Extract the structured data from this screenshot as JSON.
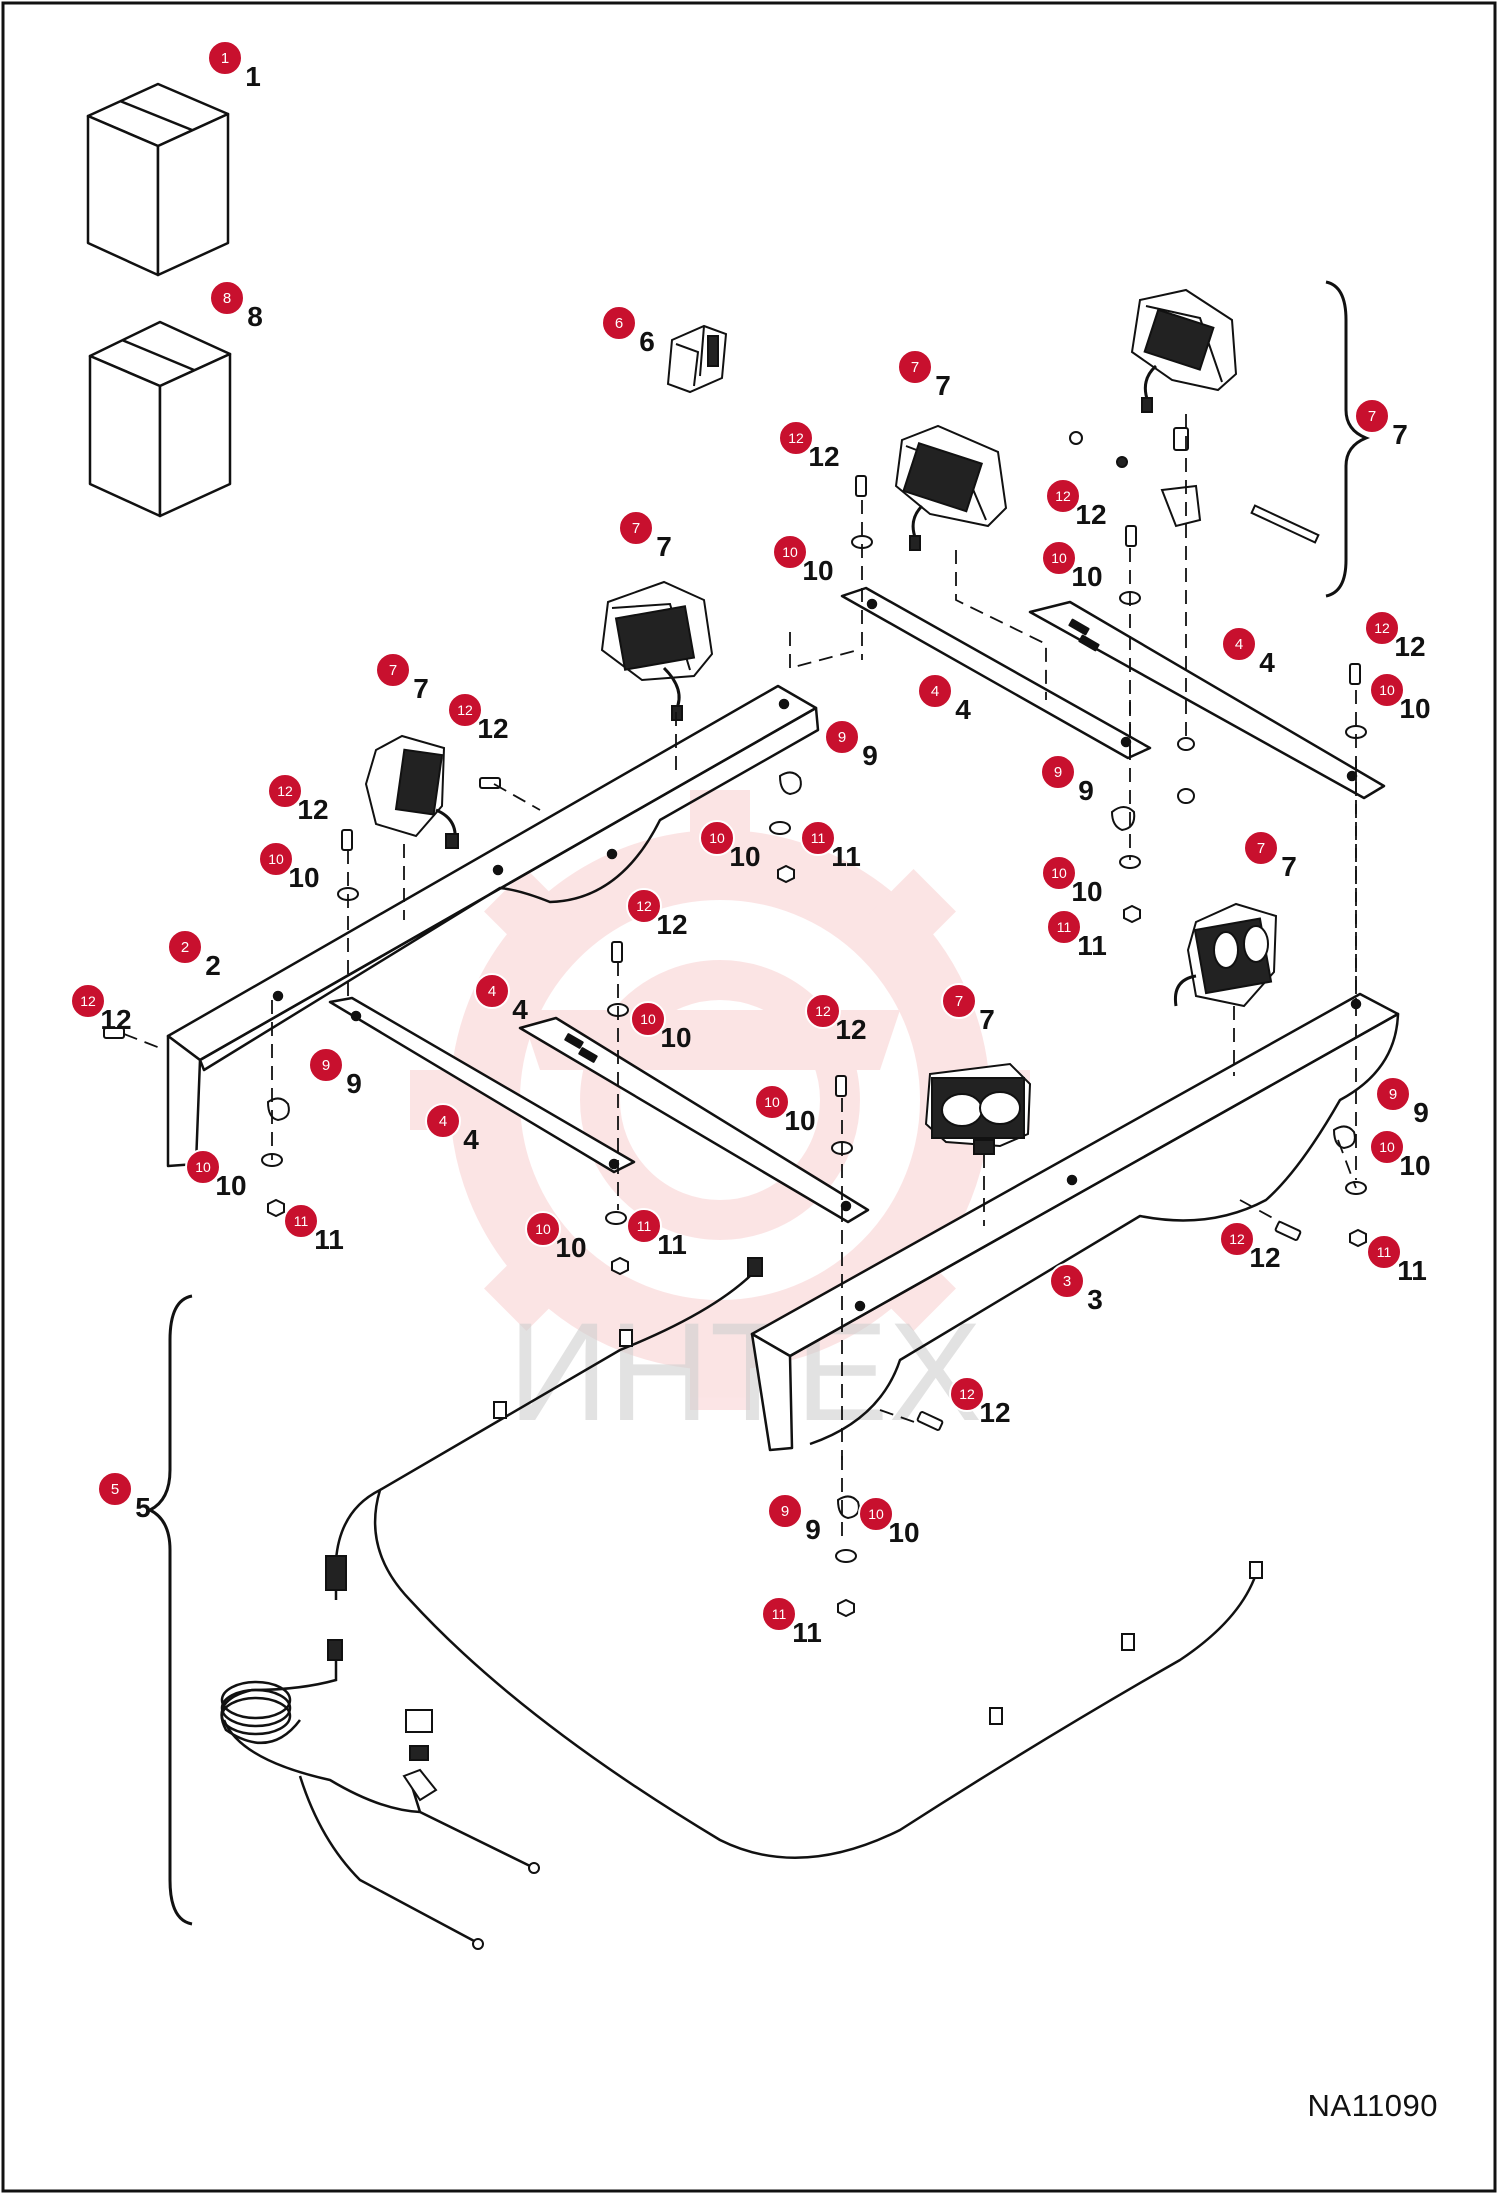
{
  "drawing_id": "NA11090",
  "watermark_text": "ИНТЕХ",
  "colors": {
    "callout_fill": "#c8102e",
    "callout_text": "#ffffff",
    "line": "#111111",
    "watermark": "#e8343a"
  },
  "callouts": [
    {
      "id": "c1",
      "number": "1",
      "ghost": "1"
    },
    {
      "id": "c8",
      "number": "8",
      "ghost": "8"
    },
    {
      "id": "c6",
      "number": "6",
      "ghost": "6"
    },
    {
      "id": "c7a",
      "number": "7",
      "ghost": "7"
    },
    {
      "id": "c7b",
      "number": "7",
      "ghost": "7"
    },
    {
      "id": "c7c",
      "number": "7",
      "ghost": "7"
    },
    {
      "id": "c7d",
      "number": "7",
      "ghost": "7"
    },
    {
      "id": "c7e",
      "number": "7",
      "ghost": "7"
    },
    {
      "id": "c7f",
      "number": "7",
      "ghost": "7"
    },
    {
      "id": "c12a",
      "number": "12",
      "ghost": "12"
    },
    {
      "id": "c12b",
      "number": "12",
      "ghost": "12"
    },
    {
      "id": "c12c",
      "number": "12",
      "ghost": "12"
    },
    {
      "id": "c12d",
      "number": "12",
      "ghost": "12"
    },
    {
      "id": "c12e",
      "number": "12",
      "ghost": "12"
    },
    {
      "id": "c12f",
      "number": "12",
      "ghost": "12"
    },
    {
      "id": "c12g",
      "number": "12",
      "ghost": "12"
    },
    {
      "id": "c12h",
      "number": "12",
      "ghost": "12"
    },
    {
      "id": "c12i",
      "number": "12",
      "ghost": "12"
    },
    {
      "id": "c12j",
      "number": "12",
      "ghost": "12"
    },
    {
      "id": "c10a",
      "number": "10",
      "ghost": "10"
    },
    {
      "id": "c10b",
      "number": "10",
      "ghost": "10"
    },
    {
      "id": "c10c",
      "number": "10",
      "ghost": "10"
    },
    {
      "id": "c10d",
      "number": "10",
      "ghost": "10"
    },
    {
      "id": "c10e",
      "number": "10",
      "ghost": "10"
    },
    {
      "id": "c10f",
      "number": "10",
      "ghost": "10"
    },
    {
      "id": "c10g",
      "number": "10",
      "ghost": "10"
    },
    {
      "id": "c10h",
      "number": "10",
      "ghost": "10"
    },
    {
      "id": "c10i",
      "number": "10",
      "ghost": "10"
    },
    {
      "id": "c10j",
      "number": "10",
      "ghost": "10"
    },
    {
      "id": "c10k",
      "number": "10",
      "ghost": "10"
    },
    {
      "id": "c10l",
      "number": "10",
      "ghost": "10"
    },
    {
      "id": "c11a",
      "number": "11",
      "ghost": "11"
    },
    {
      "id": "c11b",
      "number": "11",
      "ghost": "11"
    },
    {
      "id": "c11c",
      "number": "11",
      "ghost": "11"
    },
    {
      "id": "c11d",
      "number": "11",
      "ghost": "11"
    },
    {
      "id": "c11e",
      "number": "11",
      "ghost": "11"
    },
    {
      "id": "c11f",
      "number": "11",
      "ghost": "11"
    },
    {
      "id": "c9a",
      "number": "9",
      "ghost": "9"
    },
    {
      "id": "c9b",
      "number": "9",
      "ghost": "9"
    },
    {
      "id": "c9c",
      "number": "9",
      "ghost": "9"
    },
    {
      "id": "c9d",
      "number": "9",
      "ghost": "9"
    },
    {
      "id": "c9e",
      "number": "9",
      "ghost": "9"
    },
    {
      "id": "c4a",
      "number": "4",
      "ghost": "4"
    },
    {
      "id": "c4b",
      "number": "4",
      "ghost": "4"
    },
    {
      "id": "c4c",
      "number": "4",
      "ghost": "4"
    },
    {
      "id": "c4d",
      "number": "4",
      "ghost": "4"
    },
    {
      "id": "c2",
      "number": "2",
      "ghost": "2"
    },
    {
      "id": "c3",
      "number": "3",
      "ghost": "3"
    },
    {
      "id": "c5",
      "number": "5",
      "ghost": "5"
    }
  ]
}
